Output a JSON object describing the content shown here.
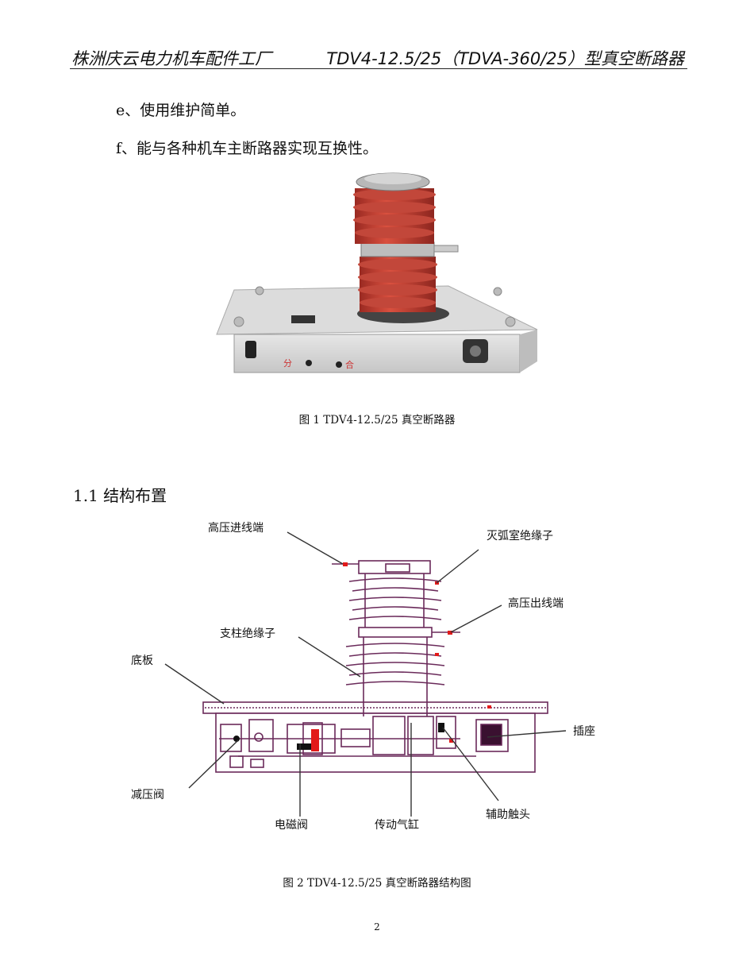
{
  "header": {
    "company": "株洲庆云电力机车配件工厂",
    "doc_title": "TDV4-12.5/25（TDVA-360/25）型真空断路器"
  },
  "body": {
    "item_e": "e、使用维护简单。",
    "item_f": "f、能与各种机车主断路器实现互换性。"
  },
  "figure1": {
    "caption": "图 1    TDV4-12.5/25 真空断路器",
    "panel_text_left": "分",
    "panel_text_right": "合"
  },
  "section": {
    "heading": "1.1  结构布置"
  },
  "figure2": {
    "caption": "图 2    TDV4-12.5/25 真空断路器结构图",
    "labels": {
      "hv_in": "高压进线端",
      "arc_insulator": "灭弧室绝缘子",
      "hv_out": "高压出线端",
      "post_insulator": "支柱绝缘子",
      "base_plate": "底板",
      "socket": "插座",
      "pressure_valve": "减压阀",
      "solenoid_valve": "电磁阀",
      "cylinder": "传动气缸",
      "aux_contact": "辅助触头"
    }
  },
  "page_number": "2"
}
